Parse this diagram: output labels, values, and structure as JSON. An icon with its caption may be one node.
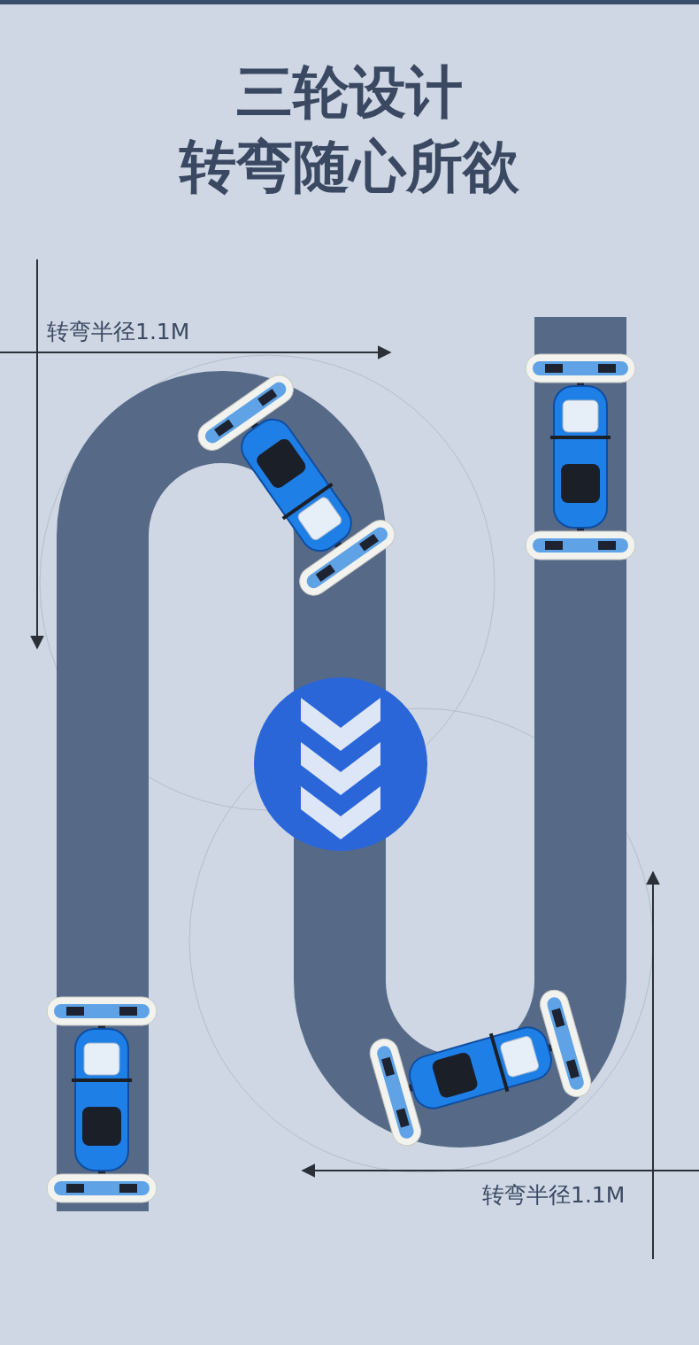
{
  "diagram": {
    "title": "三轮设计转弯随心所欲",
    "labels": [
      "转弯半径1.1M",
      "转弯半径1.1M"
    ]
  }
}
